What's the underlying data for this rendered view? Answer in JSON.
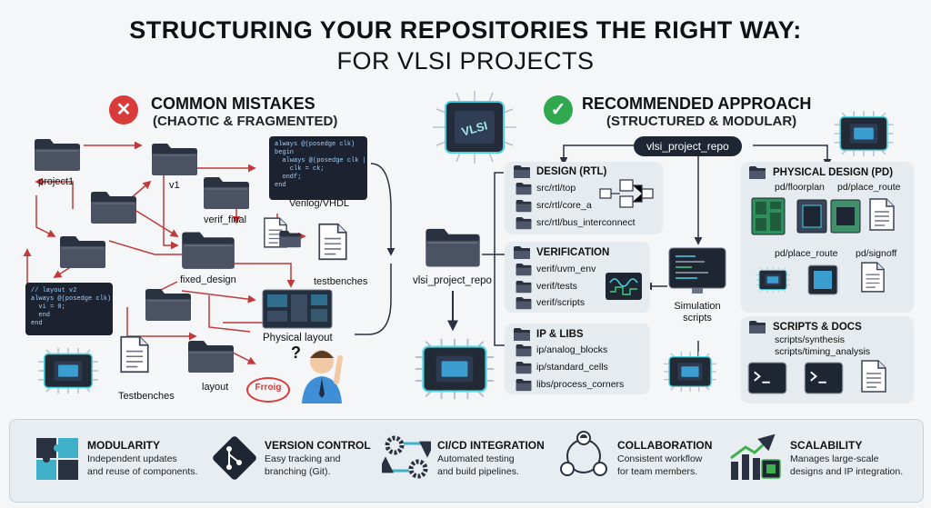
{
  "title": {
    "line1": "STRUCTURING YOUR REPOSITORIES THE RIGHT WAY:",
    "line2": "FOR VLSI PROJECTS"
  },
  "colors": {
    "bad": "#d93a3a",
    "good": "#2fa84f",
    "arrow": "#c0393b",
    "dark": "#1f2633",
    "accent": "#39c6d8"
  },
  "mistakes": {
    "heading": "COMMON MISTAKES",
    "subheading": "(CHAOTIC & FRAGMENTED)",
    "labels": {
      "project1": "project1",
      "v1": "v1",
      "verilog": "Verilog/VHDL",
      "verif_final": "verif_final",
      "fixed_design": "fixed_design",
      "testbenches": "testbenches",
      "physical_layout": "Physical layout",
      "testbenches2": "Testbenches",
      "layout": "layout",
      "frror": "Frroig"
    },
    "code1": "always @(posedge clk)\nbegin\n  always @(posedge clk |\n    clk = ck;\n  ondf;\nend",
    "code2": "// layout v2\nalways @(posedge clk)\n  vi = 0;\n  end\nend",
    "chip_label": "VLSI"
  },
  "approach": {
    "heading": "RECOMMENDED APPROACH",
    "subheading": "(STRUCTURED & MODULAR)",
    "repo": "vlsi_project_repo",
    "center_repo": "vlsi_project_repo",
    "sim_label": "Simulation scripts",
    "groups": {
      "design": {
        "title": "DESIGN (RTL)",
        "items": [
          "src/rtl/top",
          "src/rtl/core_a",
          "src/rtl/bus_interconnect"
        ]
      },
      "verification": {
        "title": "VERIFICATION",
        "items": [
          "verif/uvm_env",
          "verif/tests",
          "verif/scripts"
        ]
      },
      "ip": {
        "title": "IP & LIBS",
        "items": [
          "ip/analog_blocks",
          "ip/standard_cells",
          "libs/process_corners"
        ]
      },
      "pd": {
        "title": "PHYSICAL DESIGN (PD)",
        "items": [
          "pd/floorplan",
          "pd/place_route",
          "pd/place_route",
          "pd/signoff"
        ]
      },
      "scripts": {
        "title": "SCRIPTS & DOCS",
        "items": [
          "scripts/synthesis",
          "scripts/timing_analysis"
        ]
      }
    }
  },
  "benefits": [
    {
      "title": "MODULARITY",
      "text1": "Independent updates",
      "text2": "and reuse of components.",
      "icon": "puzzle-icon"
    },
    {
      "title": "VERSION CONTROL",
      "text1": "Easy tracking and",
      "text2": "branching (Git).",
      "icon": "git-icon"
    },
    {
      "title": "CI/CD INTEGRATION",
      "text1": "Automated testing",
      "text2": "and build pipelines.",
      "icon": "gears-icon"
    },
    {
      "title": "COLLABORATION",
      "text1": "Consistent workflow",
      "text2": "for team members.",
      "icon": "team-icon"
    },
    {
      "title": "SCALABILITY",
      "text1": "Manages large-scale",
      "text2": "designs and IP integration.",
      "icon": "growth-icon"
    }
  ]
}
